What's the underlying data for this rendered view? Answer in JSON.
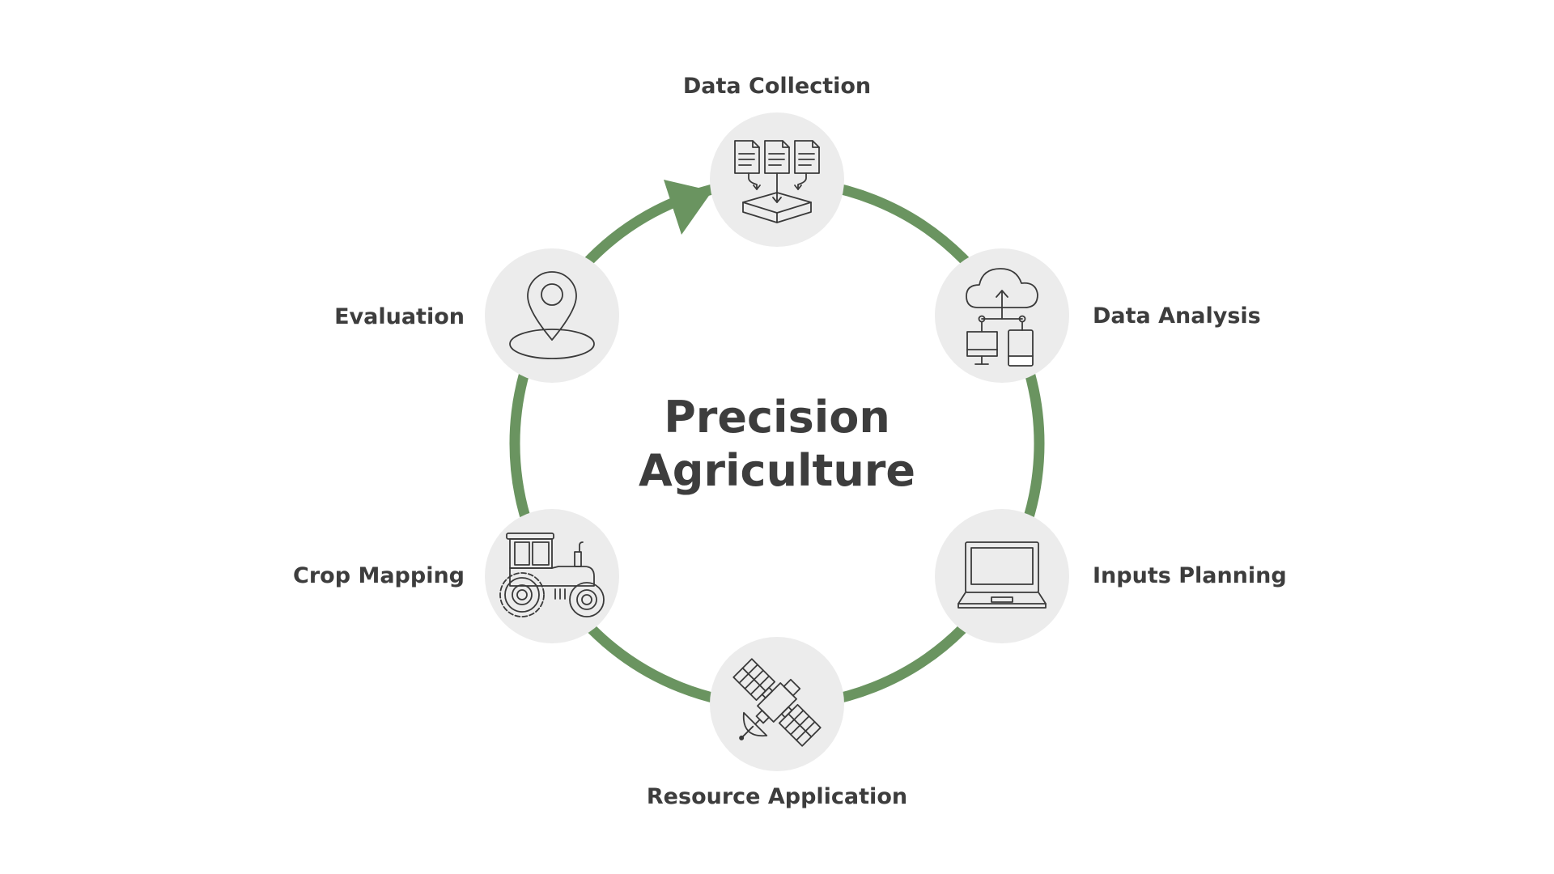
{
  "title_line1": "Precision",
  "title_line2": "Agriculture",
  "colors": {
    "cycle_stroke": "#6a9460",
    "node_fill": "#ececec",
    "text": "#3d3d3d",
    "icon_blue": "#deecec",
    "icon_pink": "#f1e2dc",
    "icon_purple": "#e8dcef",
    "icon_cream": "#f3f0dc"
  },
  "steps": [
    {
      "label": "Data Collection",
      "icon": "documents-tray-icon"
    },
    {
      "label": "Data Analysis",
      "icon": "cloud-network-icon"
    },
    {
      "label": "Inputs Planning",
      "icon": "laptop-icon"
    },
    {
      "label": "Resource Application",
      "icon": "satellite-icon"
    },
    {
      "label": "Crop Mapping",
      "icon": "tractor-icon"
    },
    {
      "label": "Evaluation",
      "icon": "location-pin-icon"
    }
  ]
}
